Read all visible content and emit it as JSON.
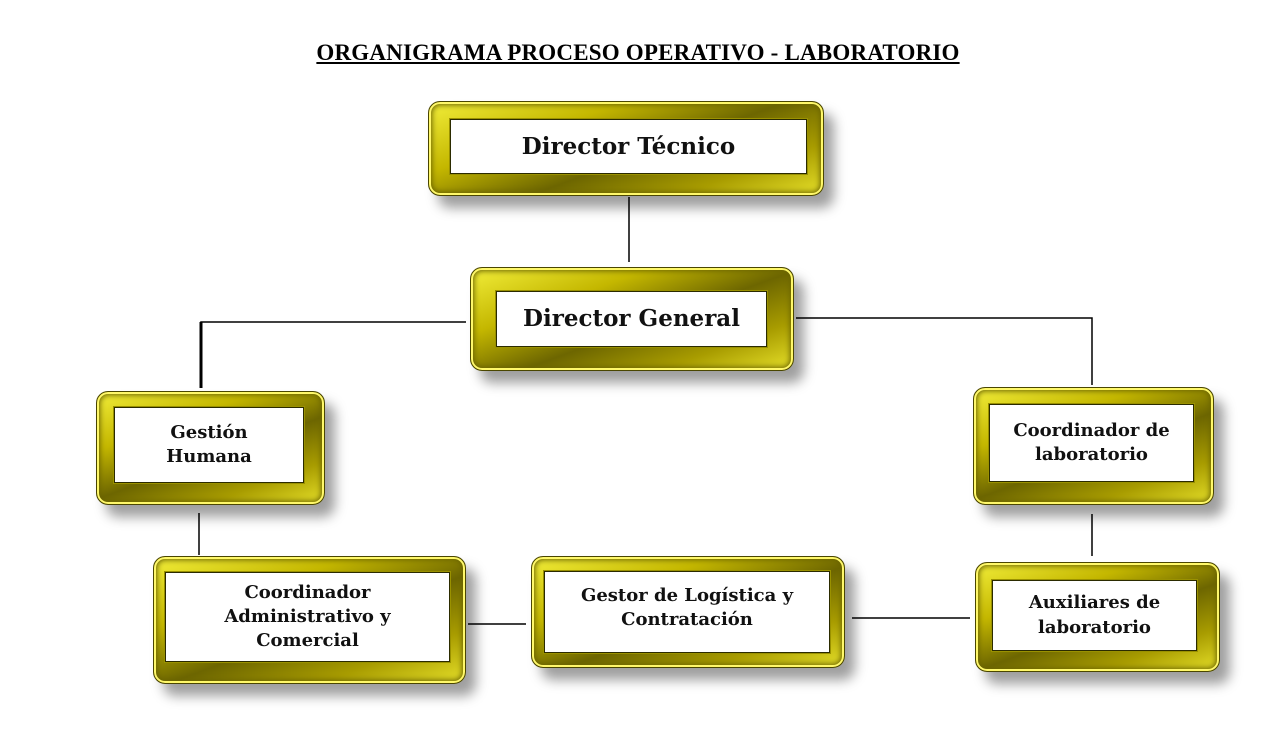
{
  "title": "ORGANIGRAMA PROCESO OPERATIVO - LABORATORIO",
  "colors": {
    "frame_highlight": "#f2ee3a",
    "frame_dark": "#6d6600",
    "connector": "#000000",
    "box_fill": "#ffffff"
  },
  "nodes": {
    "director_tecnico": "Director Técnico",
    "director_general": "Director General",
    "gestion_humana": "Gestión Humana",
    "coordinador_laboratorio": "Coordinador de laboratorio",
    "coordinador_administrativo": "Coordinador Administrativo y Comercial",
    "gestor_logistica": "Gestor de Logística y Contratación",
    "auxiliares_laboratorio": "Auxiliares de laboratorio"
  },
  "relations": [
    [
      "director_tecnico",
      "director_general"
    ],
    [
      "director_general",
      "gestion_humana"
    ],
    [
      "director_general",
      "coordinador_laboratorio"
    ],
    [
      "gestion_humana",
      "coordinador_administrativo"
    ],
    [
      "coordinador_laboratorio",
      "auxiliares_laboratorio"
    ],
    [
      "coordinador_administrativo",
      "gestor_logistica"
    ],
    [
      "gestor_logistica",
      "auxiliares_laboratorio"
    ]
  ]
}
